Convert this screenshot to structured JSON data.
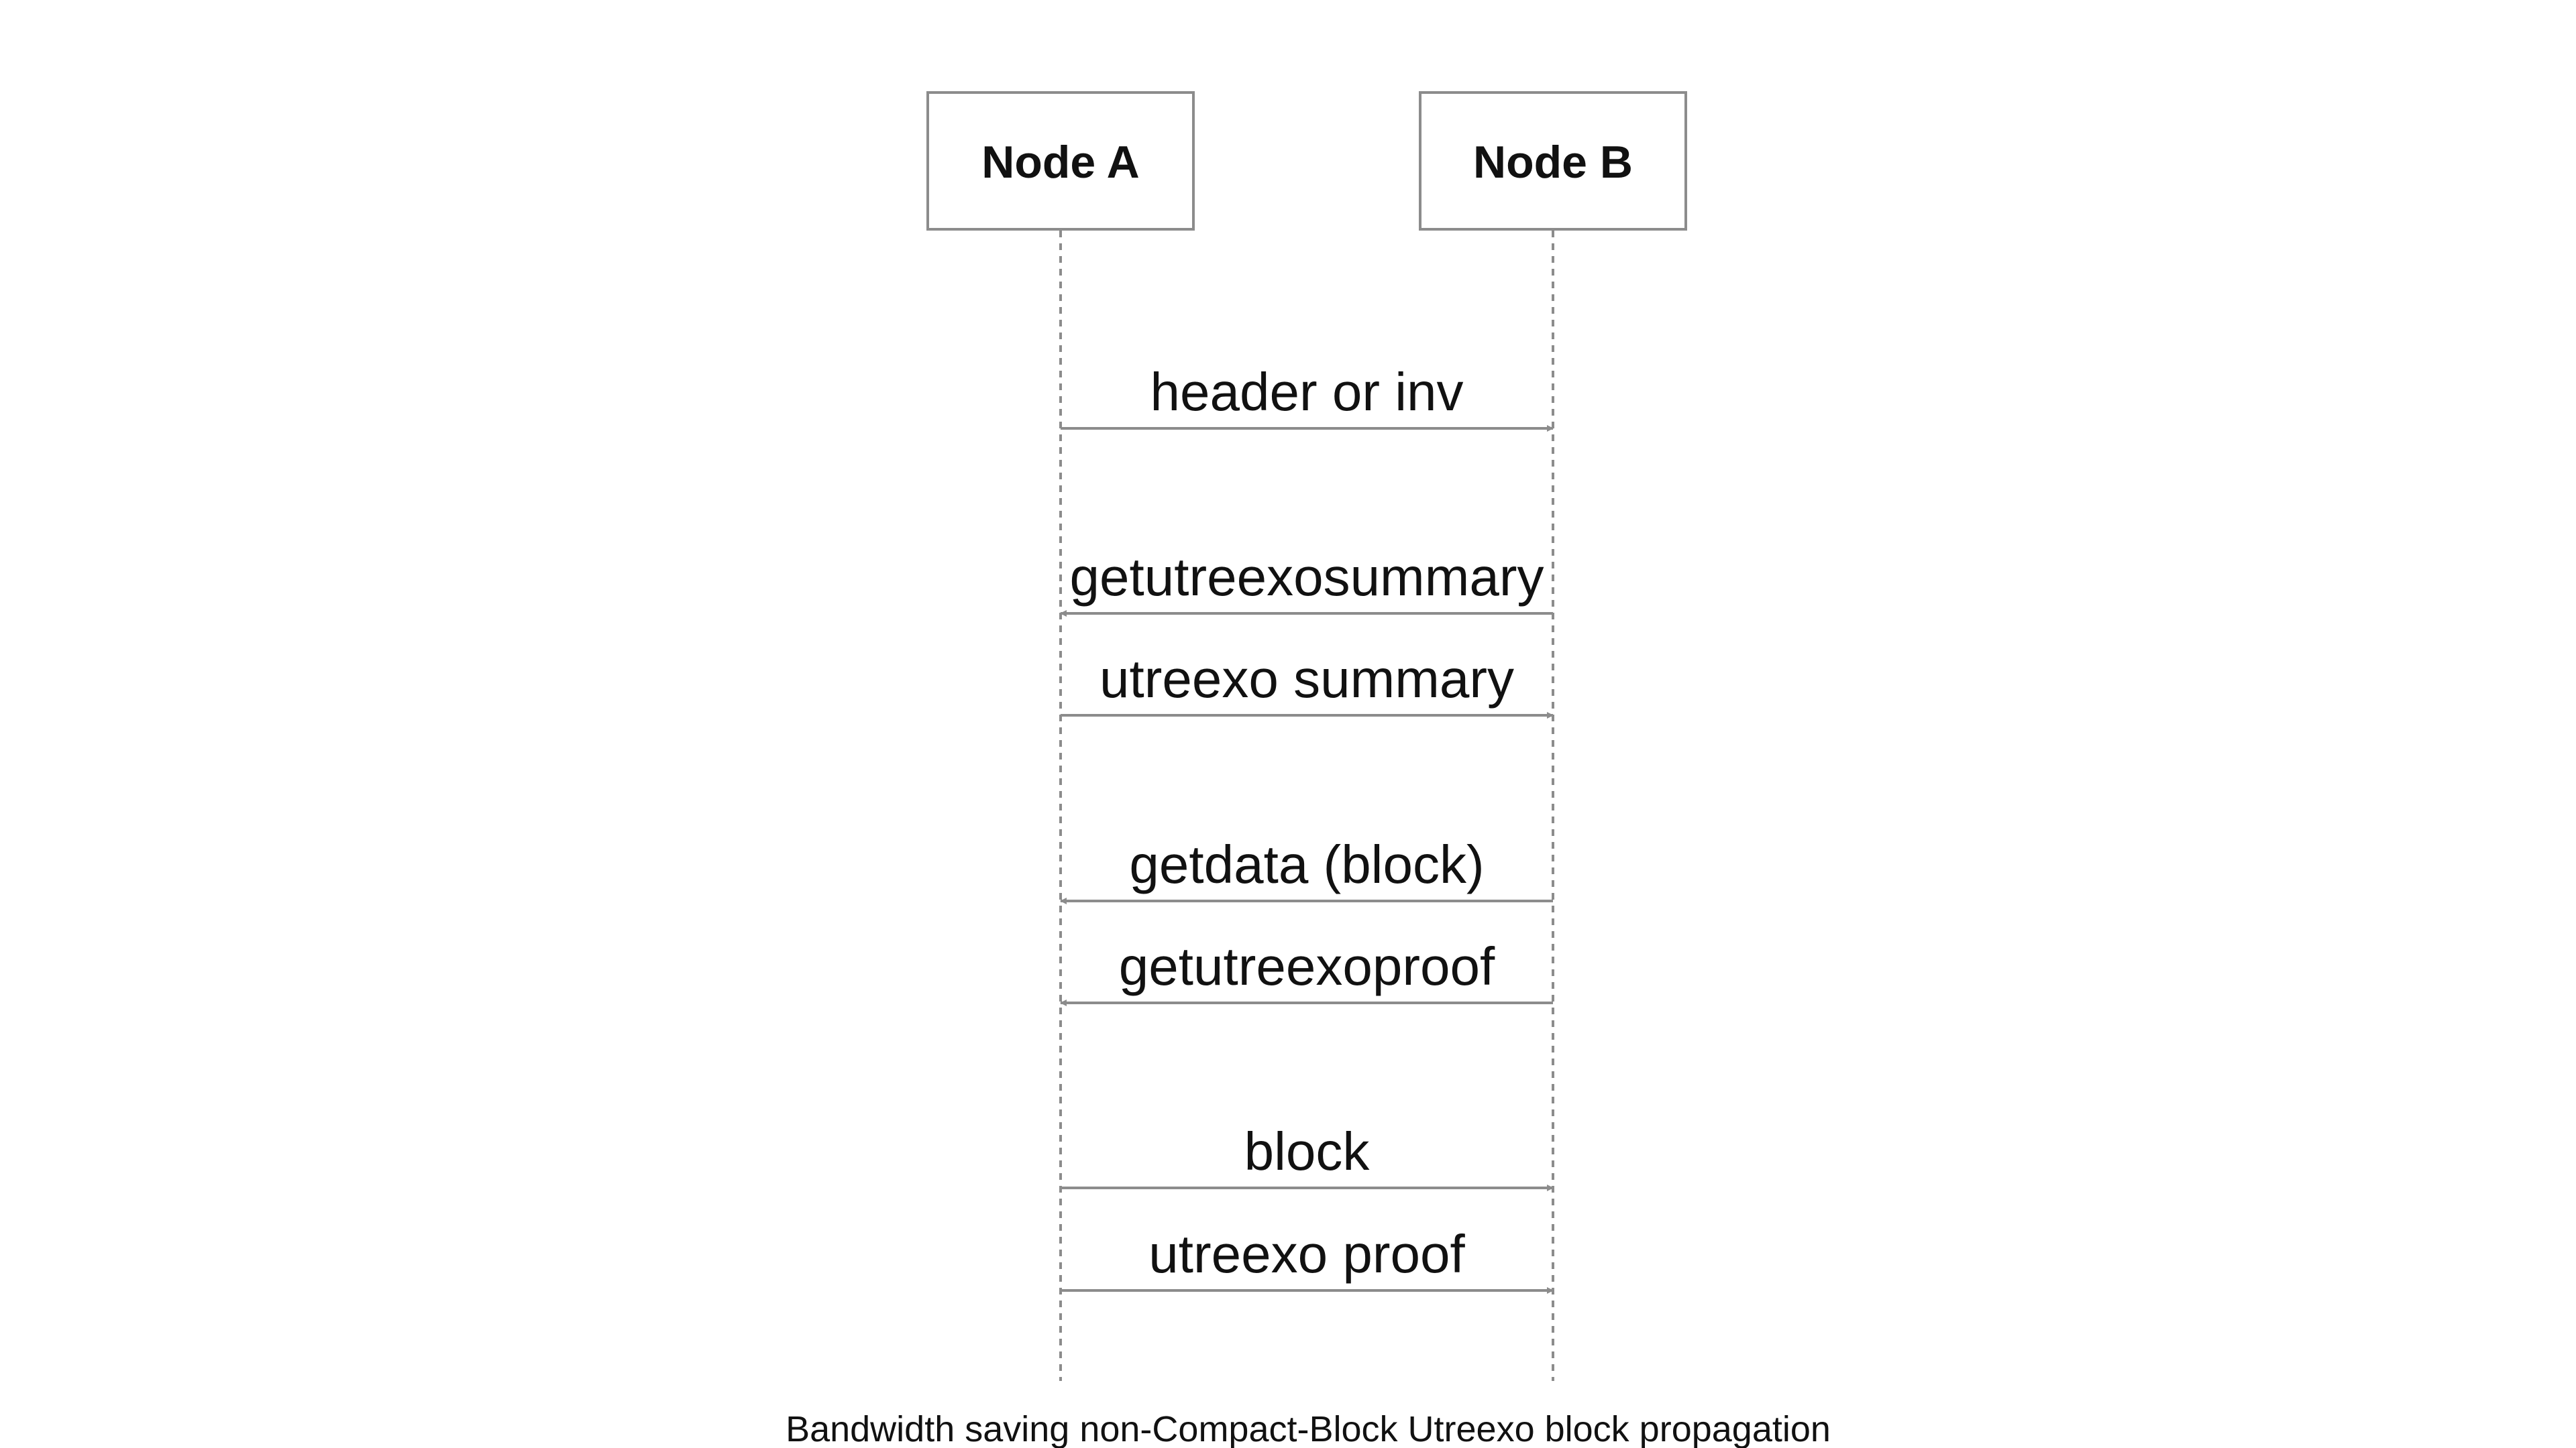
{
  "participants": [
    {
      "id": "A",
      "label": "Node A"
    },
    {
      "id": "B",
      "label": "Node B"
    }
  ],
  "messages": [
    {
      "label": "header or inv",
      "from": "A",
      "to": "B"
    },
    {
      "label": "getutreexosummary",
      "from": "B",
      "to": "A"
    },
    {
      "label": "utreexo summary",
      "from": "A",
      "to": "B"
    },
    {
      "label": "getdata (block)",
      "from": "B",
      "to": "A"
    },
    {
      "label": "getutreexoproof",
      "from": "B",
      "to": "A"
    },
    {
      "label": "block",
      "from": "A",
      "to": "B"
    },
    {
      "label": "utreexo proof",
      "from": "A",
      "to": "B"
    }
  ],
  "caption": "Bandwidth saving non-Compact-Block Utreexo block propagation",
  "colors": {
    "line": "#8c8c8c",
    "box_border": "#8c8c8c",
    "text": "#111111",
    "background": "#ffffff"
  }
}
